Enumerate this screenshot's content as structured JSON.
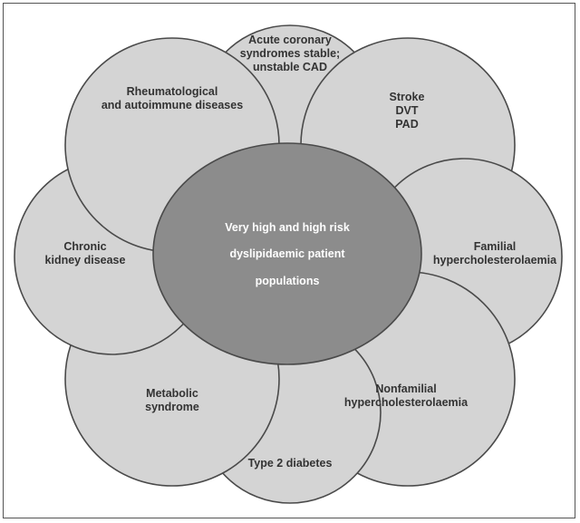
{
  "colors": {
    "petal_fill": "#d4d4d4",
    "petal_stroke": "#4a4a4a",
    "center_fill": "#8c8c8c",
    "center_text": "#ffffff",
    "petal_text": "#333333"
  },
  "center": {
    "lines": [
      "Very high and high risk",
      "dyslipidaemic patient",
      "populations"
    ]
  },
  "petals": [
    {
      "id": "acute-coronary",
      "lines": [
        "Acute coronary",
        "syndromes stable;",
        "unstable CAD"
      ]
    },
    {
      "id": "stroke-dvt-pad",
      "lines": [
        "Stroke",
        "DVT",
        "PAD"
      ]
    },
    {
      "id": "familial",
      "lines": [
        "Familial",
        "hypercholesterolaemia"
      ]
    },
    {
      "id": "nonfamilial",
      "lines": [
        "Nonfamilial",
        "hypercholesterolaemia"
      ]
    },
    {
      "id": "type2-diabetes",
      "lines": [
        "Type 2 diabetes"
      ]
    },
    {
      "id": "metabolic",
      "lines": [
        "Metabolic",
        "syndrome"
      ]
    },
    {
      "id": "chronic-kidney",
      "lines": [
        "Chronic",
        "kidney disease"
      ]
    },
    {
      "id": "rheumatological",
      "lines": [
        "Rheumatological",
        "and autoimmune diseases"
      ]
    }
  ]
}
